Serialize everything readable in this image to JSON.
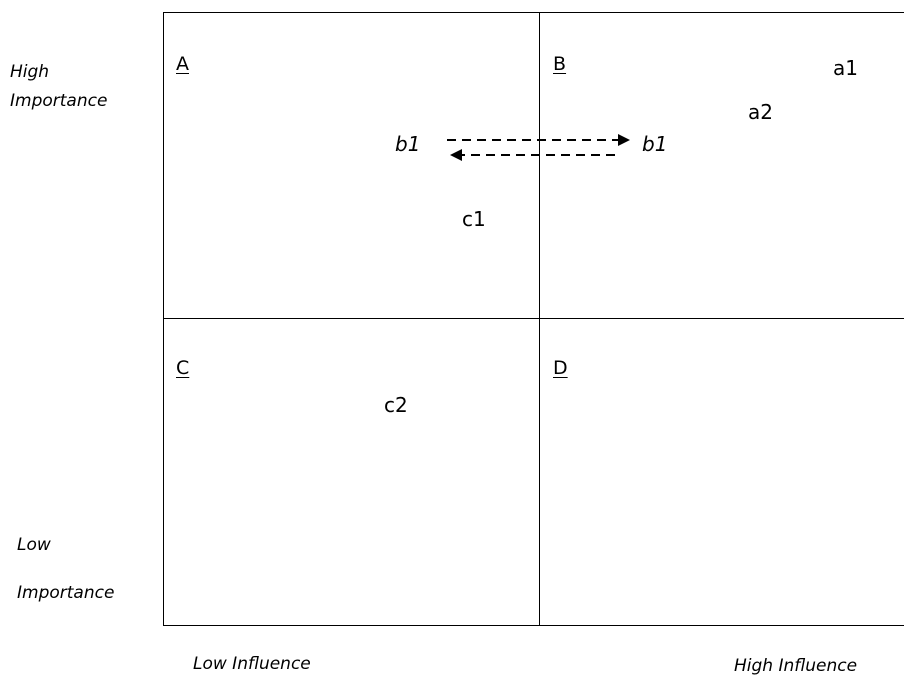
{
  "axes": {
    "y_high": [
      "High",
      "Importance"
    ],
    "y_low": [
      "Low",
      "Importance"
    ],
    "x_low": "Low Influence",
    "x_high": "High Influence"
  },
  "quadrants": {
    "A": "A",
    "B": "B",
    "C": "C",
    "D": "D"
  },
  "stakeholders": {
    "a1": "a1",
    "a2": "a2",
    "b1_left": "b1",
    "b1_right": "b1",
    "c1": "c1",
    "c2": "c2"
  },
  "colors": {
    "line": "#000000",
    "text": "#000000",
    "background": "#ffffff"
  }
}
